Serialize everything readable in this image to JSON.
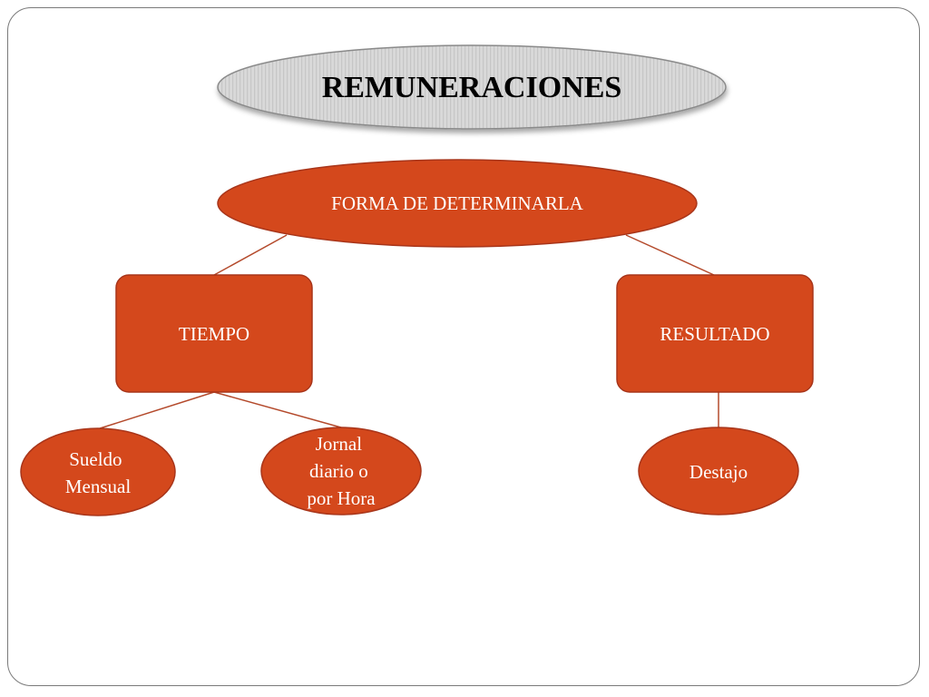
{
  "title": "REMUNERACIONES",
  "root": "FORMA DE DETERMINARLA",
  "branches": {
    "tiempo": "TIEMPO",
    "resultado": "RESULTADO"
  },
  "leaves": {
    "sueldo": [
      "Sueldo",
      "Mensual"
    ],
    "jornal": [
      "Jornal",
      "diario o",
      "por Hora"
    ],
    "destajo": [
      "Destajo"
    ]
  },
  "colors": {
    "node_fill": "#d4481c",
    "node_stroke": "#a8351a",
    "connector": "#b44a2c",
    "title_fill": "#d8d8d8",
    "title_stroke": "#8a8a8a"
  }
}
